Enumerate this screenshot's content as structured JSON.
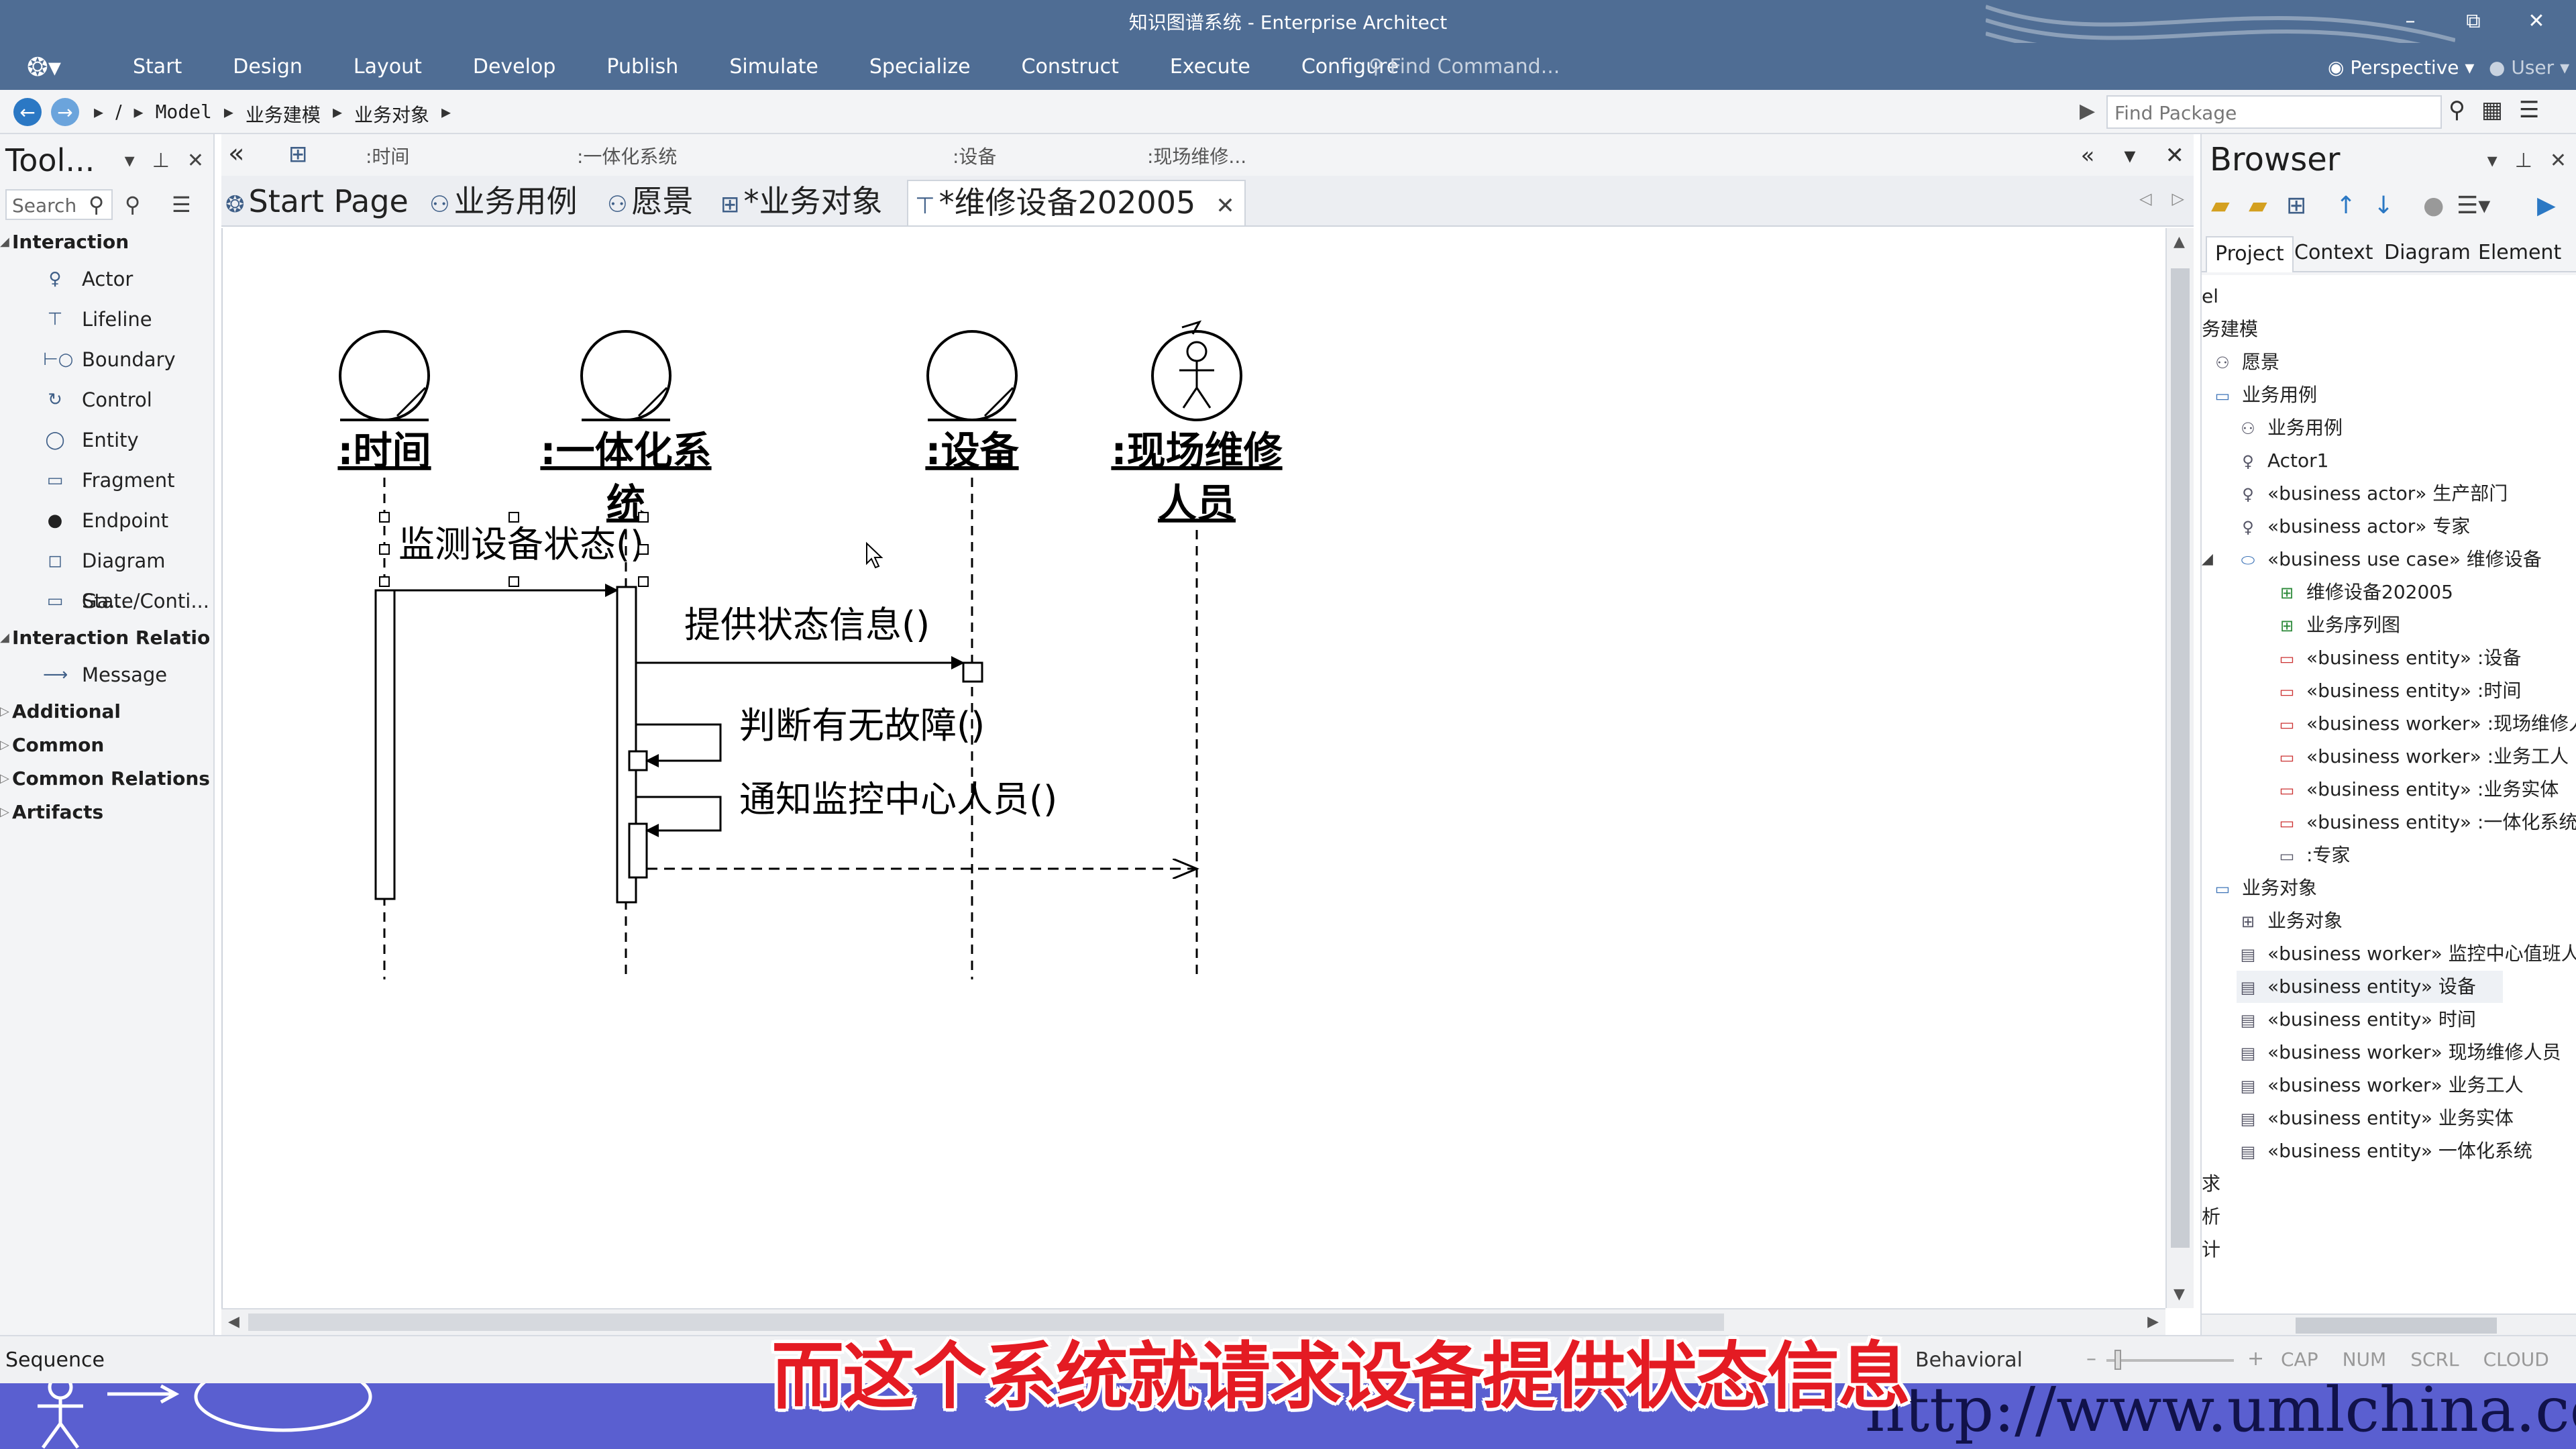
{
  "window": {
    "title": "知识图谱系统 - Enterprise Architect",
    "controls": [
      "–",
      "⧉",
      "✕"
    ]
  },
  "menubar": {
    "items": [
      "Start",
      "Design",
      "Layout",
      "Develop",
      "Publish",
      "Simulate",
      "Specialize",
      "Construct",
      "Execute",
      "Configure"
    ],
    "find_placeholder": "Find Command...",
    "perspective": "Perspective",
    "user": "User"
  },
  "addressbar": {
    "crumbs": [
      "/",
      "Model",
      "业务建模",
      "业务对象"
    ],
    "find_package_placeholder": "Find Package"
  },
  "toolbox": {
    "title": "Tool...",
    "search_placeholder": "Search",
    "groups": [
      {
        "label": "Interaction",
        "items": [
          {
            "label": "Actor",
            "icon": "actor-icon"
          },
          {
            "label": "Lifeline",
            "icon": "lifeline-icon"
          },
          {
            "label": "Boundary",
            "icon": "boundary-icon"
          },
          {
            "label": "Control",
            "icon": "control-icon"
          },
          {
            "label": "Entity",
            "icon": "entity-icon"
          },
          {
            "label": "Fragment",
            "icon": "fragment-icon"
          },
          {
            "label": "Endpoint",
            "icon": "endpoint-icon"
          },
          {
            "label": "Diagram Ga...",
            "icon": "diagram-gate-icon"
          },
          {
            "label": "State/Conti...",
            "icon": "state-icon"
          }
        ]
      },
      {
        "label": "Interaction Relatio",
        "items": [
          {
            "label": "Message",
            "icon": "message-icon"
          }
        ]
      }
    ],
    "collapsed_groups": [
      "Additional",
      "Common",
      "Common Relations",
      "Artifacts"
    ]
  },
  "diagram_strip": {
    "items": [
      ":时间",
      ":一体化系统",
      ":设备",
      ":现场维修..."
    ]
  },
  "tabs": [
    {
      "label": "Start Page",
      "icon": "start-page-icon"
    },
    {
      "label": "业务用例",
      "icon": "usecase-diagram-icon"
    },
    {
      "label": "愿景",
      "icon": "usecase-diagram-icon"
    },
    {
      "label": "*业务对象",
      "icon": "class-diagram-icon"
    },
    {
      "label": "*维修设备202005",
      "icon": "sequence-diagram-icon",
      "active": true
    }
  ],
  "diagram": {
    "lifelines": [
      {
        "name": ":时间",
        "kind": "entity"
      },
      {
        "name": ":一体化系统",
        "kind": "entity"
      },
      {
        "name": ":设备",
        "kind": "entity"
      },
      {
        "name": ":现场维修人员",
        "kind": "worker"
      }
    ],
    "lifeline_labels": {
      "l1": ":时间",
      "l2a": ":一体化系",
      "l2b": "统",
      "l3": ":设备",
      "l4a": ":现场维修",
      "l4b": "人员"
    },
    "messages": [
      {
        "label": "监测设备状态()",
        "from": 0,
        "to": 1
      },
      {
        "label": "提供状态信息()",
        "from": 1,
        "to": 2
      },
      {
        "label": "判断有无故障()",
        "from": 1,
        "to": 1
      },
      {
        "label": "通知监控中心人员()",
        "from": 1,
        "to": 1
      },
      {
        "label": "",
        "from": 1,
        "to": 3,
        "return": true
      }
    ]
  },
  "browser": {
    "title": "Browser",
    "tabs": [
      "Project",
      "Context",
      "Diagram",
      "Element"
    ],
    "tree": [
      {
        "label": "el",
        "indent": 0,
        "icon": ""
      },
      {
        "label": "务建模",
        "indent": 0,
        "icon": ""
      },
      {
        "label": "愿景",
        "indent": 0,
        "icon": "usecase-icon"
      },
      {
        "label": "业务用例",
        "indent": 0,
        "icon": "package-icon"
      },
      {
        "label": "业务用例",
        "indent": 1,
        "icon": "usecase-icon"
      },
      {
        "label": "Actor1",
        "indent": 1,
        "icon": "actor-icon"
      },
      {
        "label": "«business actor» 生产部门",
        "indent": 1,
        "icon": "actor-icon"
      },
      {
        "label": "«business actor» 专家",
        "indent": 1,
        "icon": "actor-icon"
      },
      {
        "label": "«business use case» 维修设备",
        "indent": 1,
        "icon": "usecase-ellipse-icon"
      },
      {
        "label": "维修设备202005",
        "indent": 2,
        "icon": "sequence-diagram-icon"
      },
      {
        "label": "业务序列图",
        "indent": 2,
        "icon": "sequence-diagram-icon"
      },
      {
        "label": "«business entity» :设备",
        "indent": 2,
        "icon": "object-icon"
      },
      {
        "label": "«business entity» :时间",
        "indent": 2,
        "icon": "object-icon"
      },
      {
        "label": "«business worker» :现场维修人",
        "indent": 2,
        "icon": "object-icon"
      },
      {
        "label": "«business worker» :业务工人",
        "indent": 2,
        "icon": "object-icon"
      },
      {
        "label": "«business entity» :业务实体",
        "indent": 2,
        "icon": "object-icon"
      },
      {
        "label": "«business entity» :一体化系统",
        "indent": 2,
        "icon": "object-icon"
      },
      {
        "label": ":专家",
        "indent": 2,
        "icon": "note-icon"
      },
      {
        "label": "业务对象",
        "indent": 0,
        "icon": "package-icon"
      },
      {
        "label": "业务对象",
        "indent": 1,
        "icon": "class-diagram-icon"
      },
      {
        "label": "«business worker» 监控中心值班人",
        "indent": 1,
        "icon": "class-icon"
      },
      {
        "label": "«business entity» 设备",
        "indent": 1,
        "icon": "class-icon",
        "selected": true
      },
      {
        "label": "«business entity» 时间",
        "indent": 1,
        "icon": "class-icon"
      },
      {
        "label": "«business worker» 现场维修人员",
        "indent": 1,
        "icon": "class-icon"
      },
      {
        "label": "«business worker» 业务工人",
        "indent": 1,
        "icon": "class-icon"
      },
      {
        "label": "«business entity» 业务实体",
        "indent": 1,
        "icon": "class-icon"
      },
      {
        "label": "«business entity» 一体化系统",
        "indent": 1,
        "icon": "class-icon"
      },
      {
        "label": "求",
        "indent": 0,
        "icon": ""
      },
      {
        "label": "析",
        "indent": 0,
        "icon": ""
      },
      {
        "label": "计",
        "indent": 0,
        "icon": ""
      }
    ]
  },
  "statusbar": {
    "left": "Sequence",
    "mode": "Behavioral",
    "keys": [
      "CAP",
      "NUM",
      "SCRL",
      "CLOUD"
    ]
  },
  "subtitle": "而这个系统就请求设备提供状态信息",
  "watermark_url": "http://www.umlchina.com"
}
